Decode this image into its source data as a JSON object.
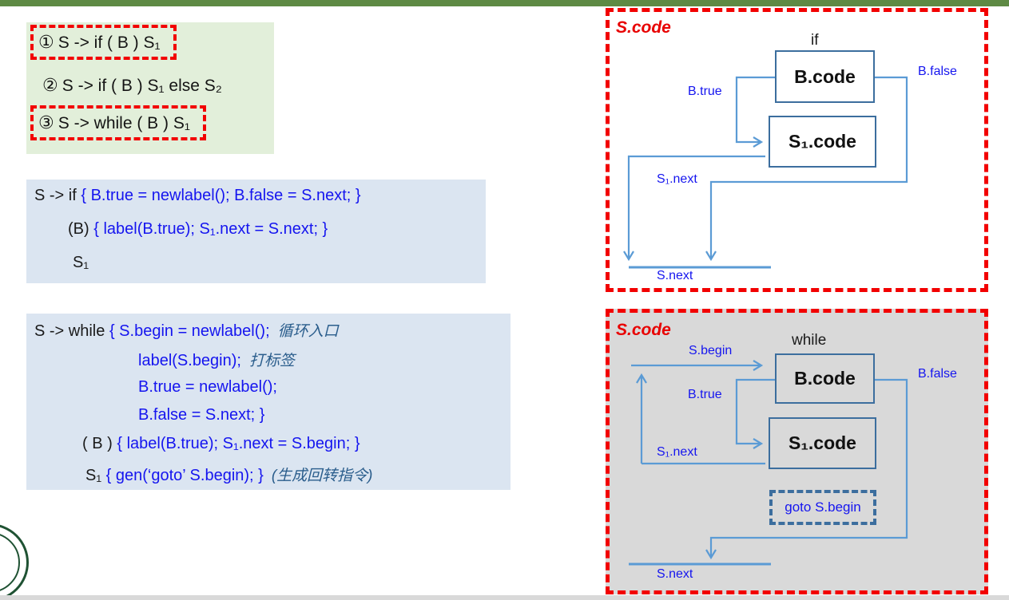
{
  "grammar": {
    "rules": [
      {
        "num": "①",
        "text": "S -> if ( B ) S₁"
      },
      {
        "num": "②",
        "text": "S -> if ( B ) S₁ else S₂"
      },
      {
        "num": "③",
        "text": "S -> while ( B ) S₁"
      }
    ]
  },
  "if_translation": {
    "lines": [
      {
        "head": "S -> if ",
        "action": "{ B.true = newlabel(); B.false = S.next; }"
      },
      {
        "head": "(B) ",
        "action": "{ label(B.true); S₁.next = S.next; }"
      },
      {
        "head": "S₁",
        "action": ""
      }
    ]
  },
  "while_translation": {
    "lines": [
      {
        "head": "S -> while ",
        "action": "{ S.begin = newlabel();",
        "note": "循环入口"
      },
      {
        "head": "",
        "action": "label(S.begin);",
        "note": "打标签"
      },
      {
        "head": "",
        "action": "B.true = newlabel();",
        "note": ""
      },
      {
        "head": "",
        "action": "B.false = S.next; }",
        "note": ""
      },
      {
        "head": "( B ) ",
        "action": "{ label(B.true); S₁.next = S.begin; }",
        "note": ""
      },
      {
        "head": "S₁ ",
        "action": "{ gen(‘goto’ S.begin); }",
        "note": "(生成回转指令)"
      }
    ]
  },
  "diagram_if": {
    "region_label": "S.code",
    "title": "if",
    "boxes": {
      "b": "B.code",
      "s1": "S₁.code"
    },
    "labels": {
      "b_true": "B.true",
      "b_false": "B.false",
      "s1_next": "S₁.next",
      "s_next": "S.next"
    }
  },
  "diagram_while": {
    "region_label": "S.code",
    "title": "while",
    "boxes": {
      "b": "B.code",
      "s1": "S₁.code",
      "goto": "goto S.begin"
    },
    "labels": {
      "s_begin": "S.begin",
      "b_true": "B.true",
      "b_false": "B.false",
      "s1_next": "S₁.next",
      "s_next": "S.next"
    }
  },
  "colors": {
    "accent_green": "#5e8a44",
    "grammar_bg": "#e2efda",
    "code_bg": "#dbe5f1",
    "highlight_red": "#f20000",
    "diagram_gray_bg": "#d9d9d9",
    "connector_blue": "#5b9bd5",
    "box_border_blue": "#3c6e9e",
    "code_text_blue": "#1515ef",
    "handwritten_note_blue": "#2a5d8c"
  }
}
